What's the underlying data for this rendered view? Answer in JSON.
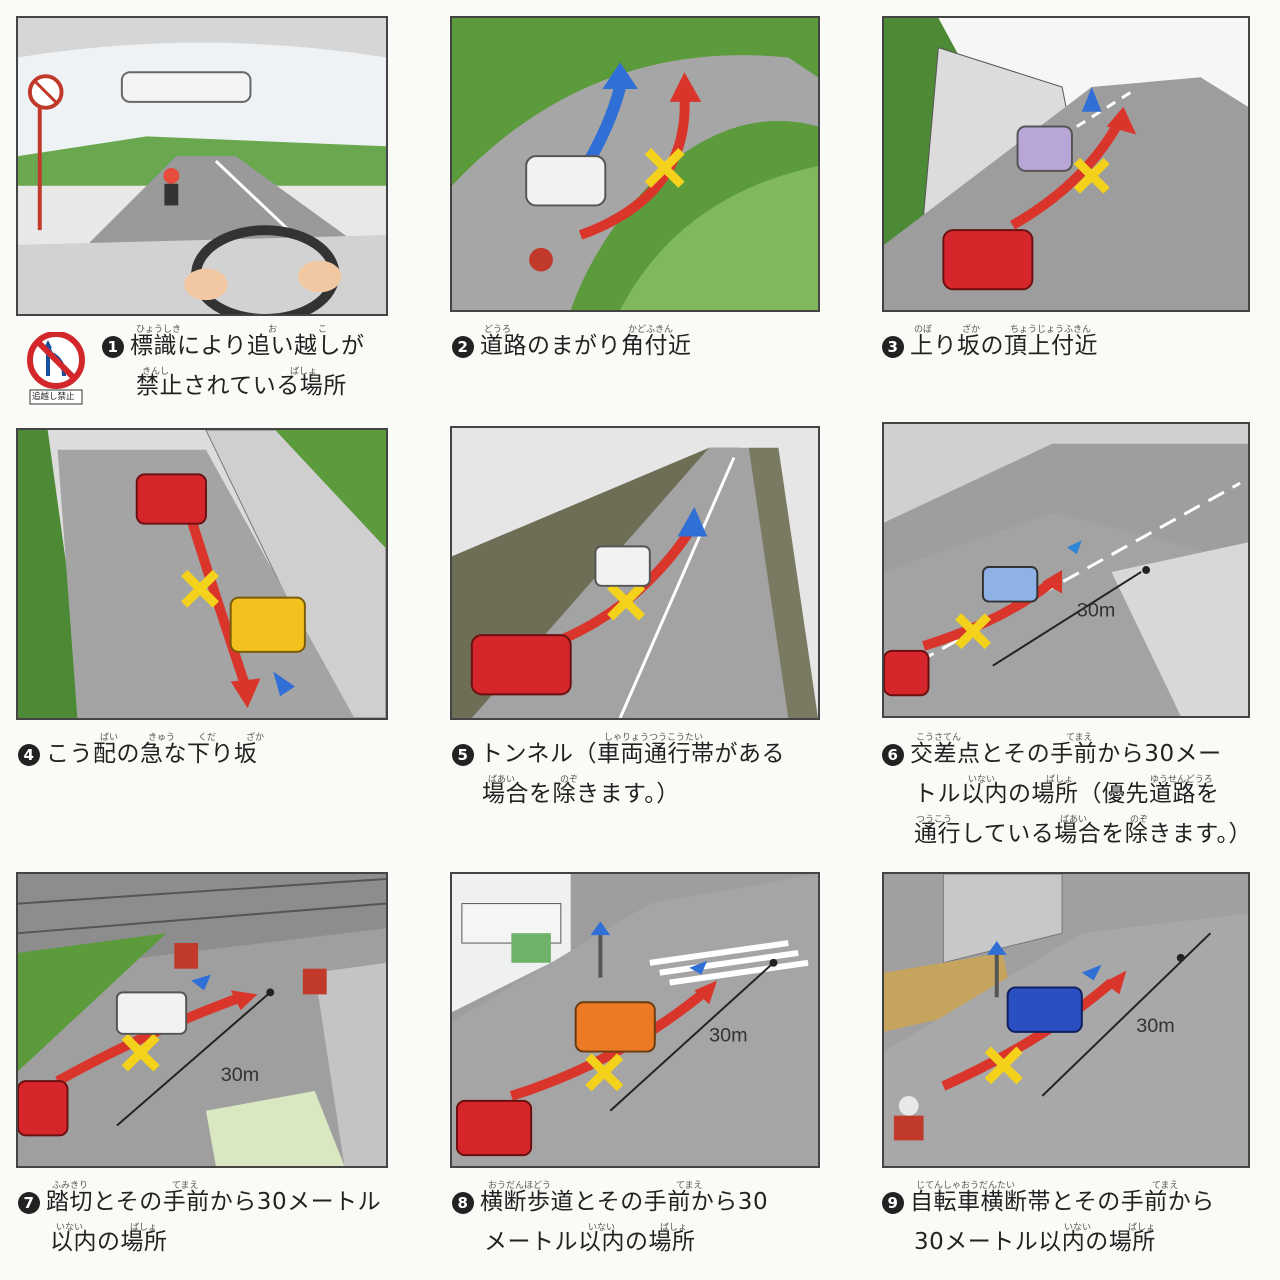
{
  "sign": {
    "label": "追越し禁止"
  },
  "distance_label": "30m",
  "items": [
    {
      "num": "1",
      "line1": "標識により追い越しが",
      "line2": "禁止されている場所",
      "line3": "",
      "ruby": [
        "ひょうしき",
        "お",
        "こ",
        "きんし",
        "ばしょ"
      ]
    },
    {
      "num": "2",
      "line1": "道路のまがり角付近",
      "line2": "",
      "line3": "",
      "ruby": [
        "どうろ",
        "かどふきん"
      ]
    },
    {
      "num": "3",
      "line1": "上り坂の頂上付近",
      "line2": "",
      "line3": "",
      "ruby": [
        "のぼ",
        "ざか",
        "ちょうじょうふきん"
      ]
    },
    {
      "num": "4",
      "line1": "こう配の急な下り坂",
      "line2": "",
      "line3": "",
      "ruby": [
        "ばい",
        "きゅう",
        "くだ",
        "ざか"
      ]
    },
    {
      "num": "5",
      "line1": "トンネル（車両通行帯がある",
      "line2": "場合を除きます。）",
      "line3": "",
      "ruby": [
        "しゃりょうつうこうたい",
        "ばあい",
        "のぞ"
      ]
    },
    {
      "num": "6",
      "line1": "交差点とその手前から30メー",
      "line2": "トル以内の場所（優先道路を",
      "line3": "通行している場合を除きます。）",
      "ruby": [
        "こうさてん",
        "てまえ",
        "いない",
        "ばしょ",
        "ゆうせんどうろ",
        "つうこう",
        "ばあい",
        "のぞ"
      ]
    },
    {
      "num": "7",
      "line1": "踏切とその手前から30メートル",
      "line2": "以内の場所",
      "line3": "",
      "ruby": [
        "ふみきり",
        "てまえ",
        "いない",
        "ばしょ"
      ]
    },
    {
      "num": "8",
      "line1": "横断歩道とその手前から30",
      "line2": "メートル以内の場所",
      "line3": "",
      "ruby": [
        "おうだんほどう",
        "てまえ",
        "いない",
        "ばしょ"
      ]
    },
    {
      "num": "9",
      "line1": "自転車横断帯とその手前から",
      "line2": "30メートル以内の場所",
      "line3": "",
      "ruby": [
        "じてんしゃおうだんたい",
        "てまえ",
        "いない",
        "ばしょ"
      ]
    }
  ]
}
